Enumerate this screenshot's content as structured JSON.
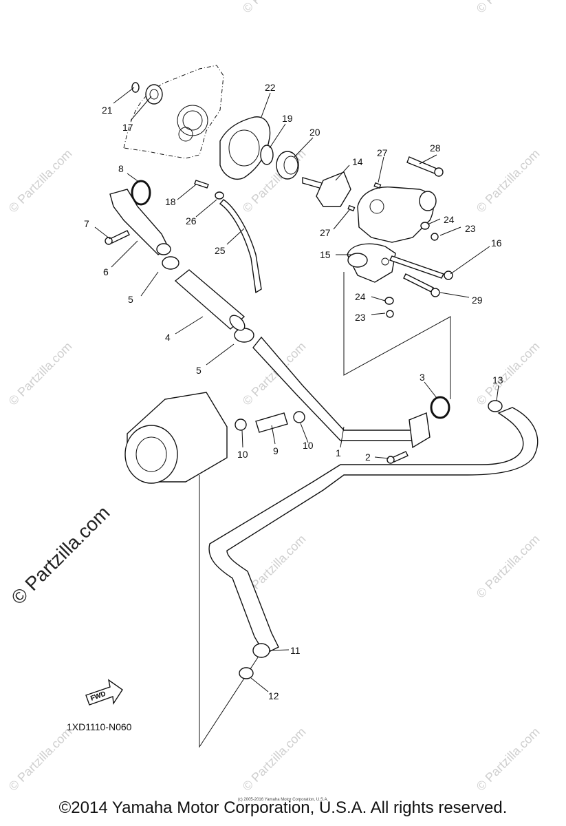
{
  "watermark": {
    "text": "© Partzilla.com",
    "large_text": "© Partzilla.com"
  },
  "callouts": {
    "c1": "1",
    "c2": "2",
    "c3": "3",
    "c4": "4",
    "c5a": "5",
    "c5b": "5",
    "c6": "6",
    "c7": "7",
    "c8": "8",
    "c9": "9",
    "c10a": "10",
    "c10b": "10",
    "c11": "11",
    "c12": "12",
    "c13": "13",
    "c14": "14",
    "c15": "15",
    "c16": "16",
    "c17": "17",
    "c18": "18",
    "c19": "19",
    "c20": "20",
    "c21": "21",
    "c22": "22",
    "c23a": "23",
    "c23b": "23",
    "c24a": "24",
    "c24b": "24",
    "c25": "25",
    "c26": "26",
    "c27a": "27",
    "c27b": "27",
    "c28": "28",
    "c29": "29"
  },
  "fwd_label": "FWD",
  "diagram_code": "1XD1110-N060",
  "small_credit": "(c) 2005-2016 Yamaha Motor Corporation, U.S.A.",
  "footer": "©2014 Yamaha Motor Corporation, U.S.A. All rights reserved."
}
